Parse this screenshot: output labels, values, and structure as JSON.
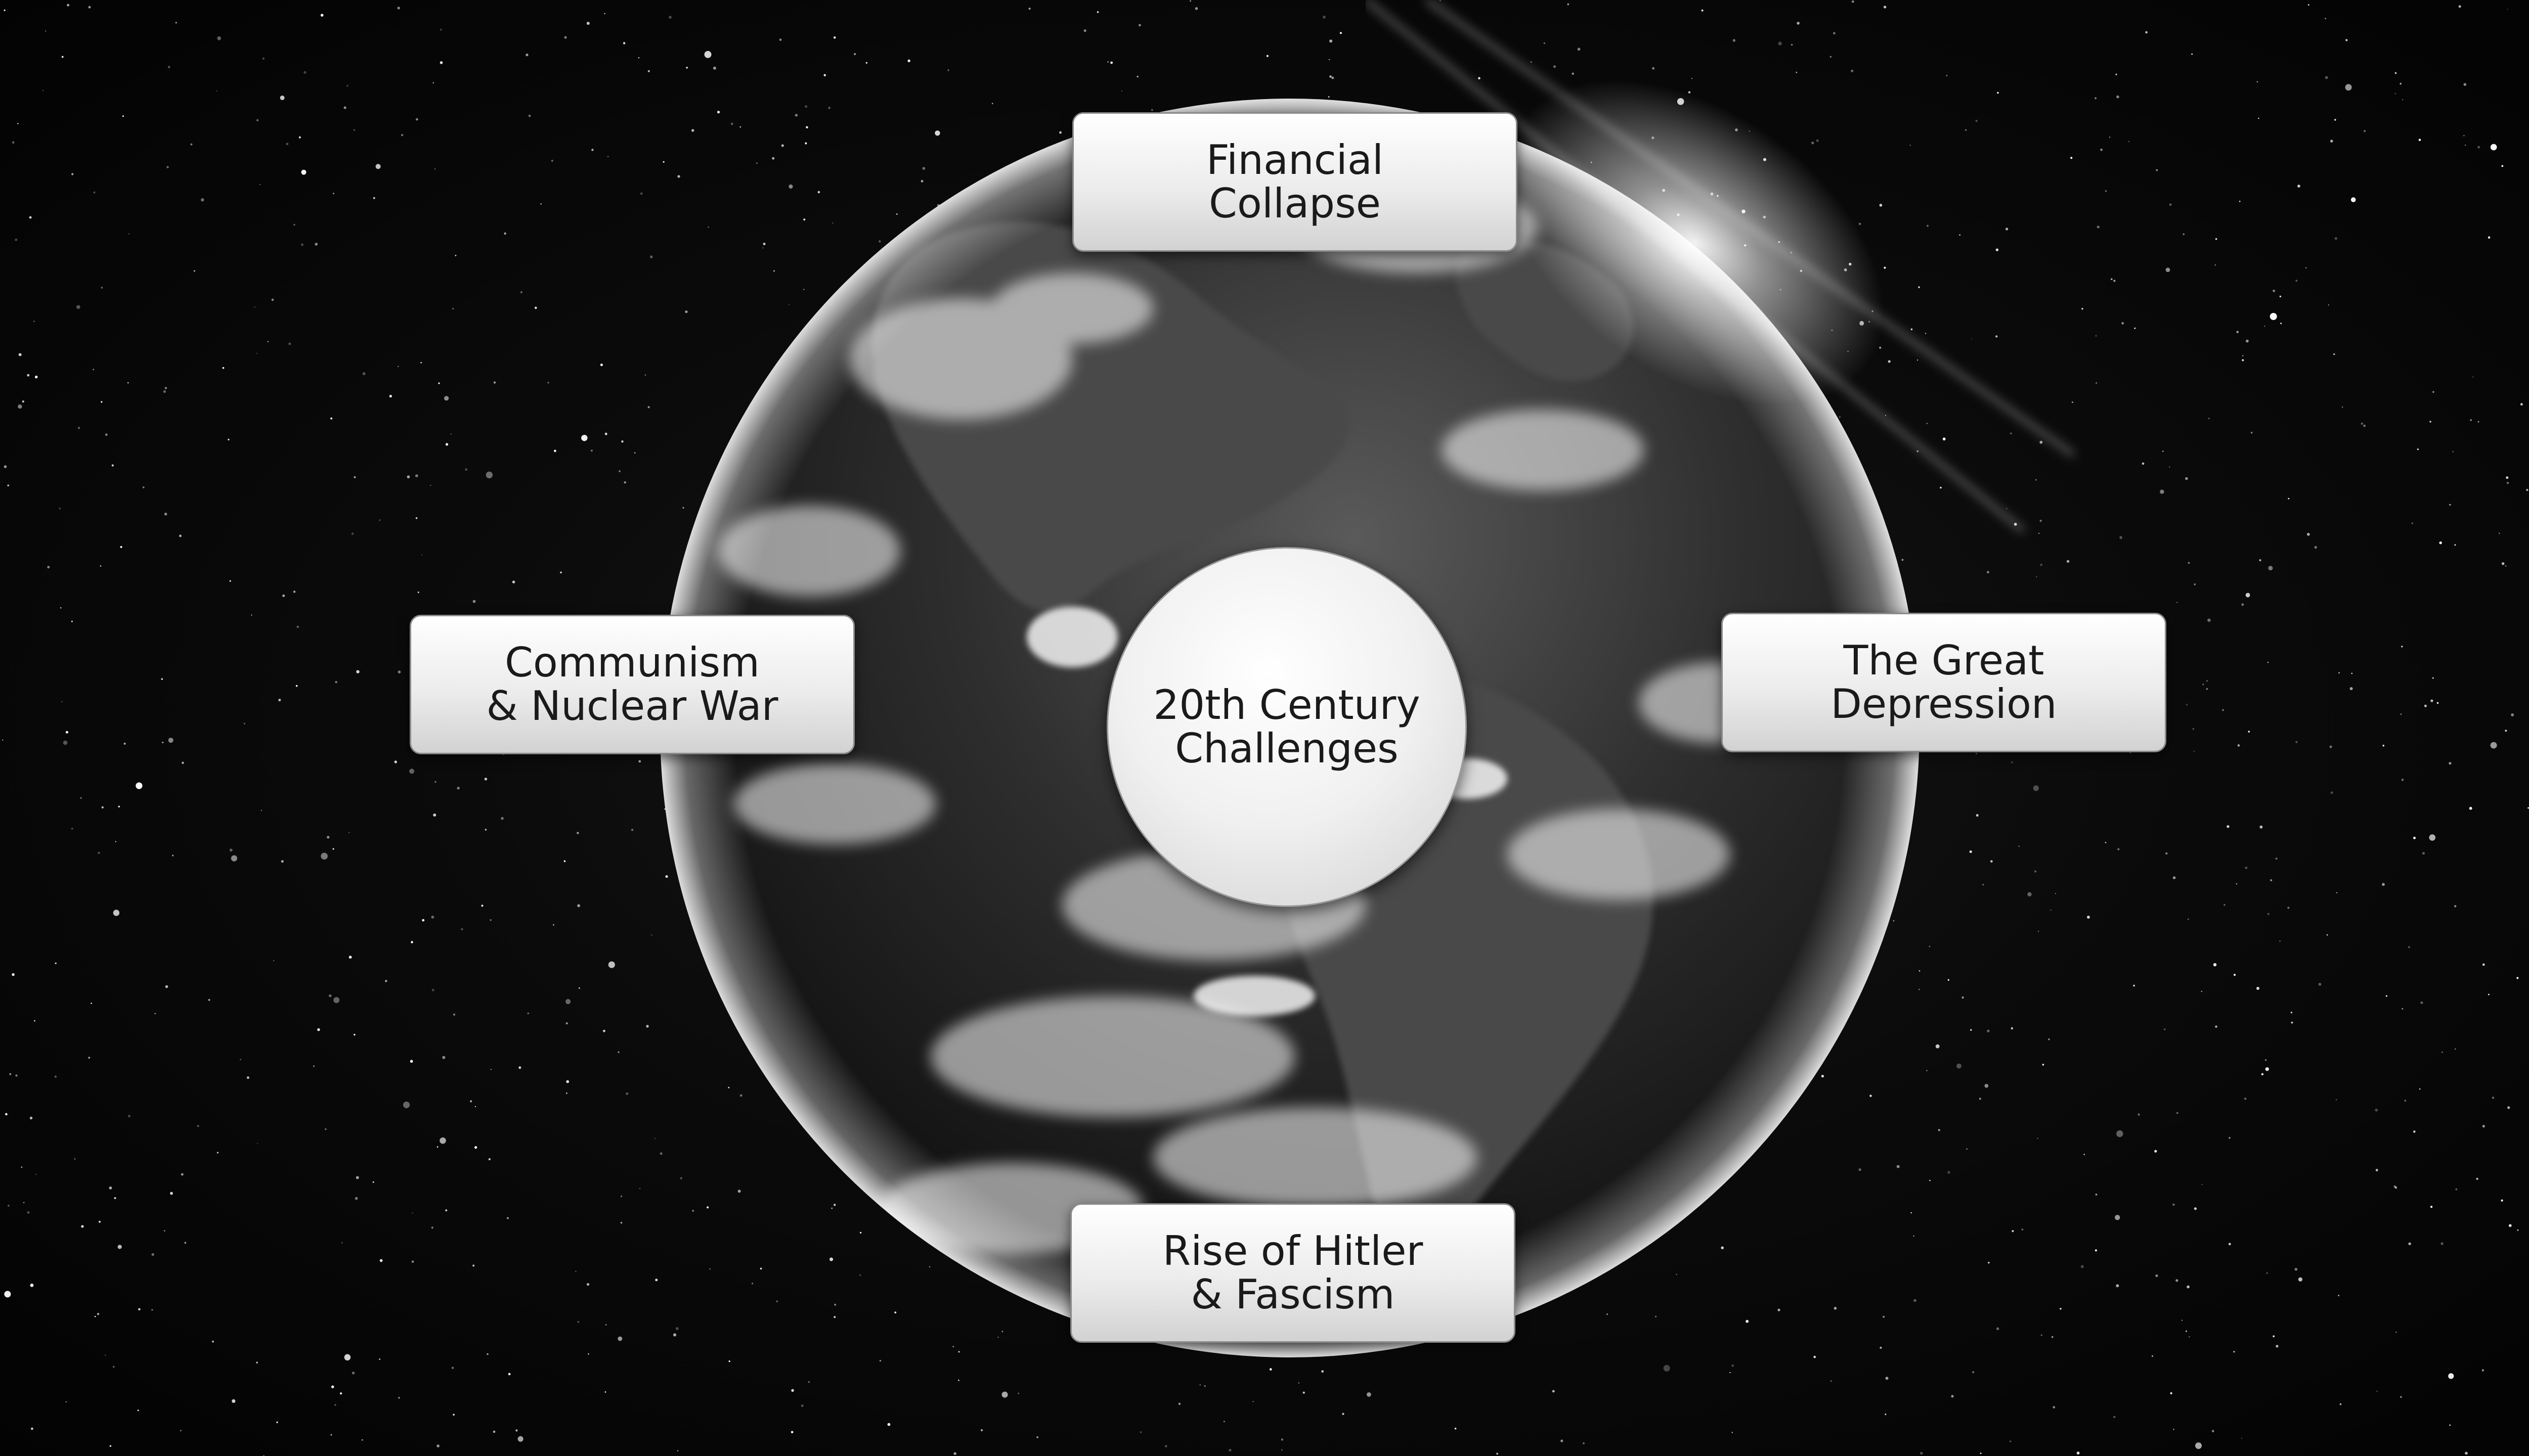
{
  "diagram": {
    "center": {
      "label": "20th Century\nChallenges"
    },
    "nodes": [
      {
        "id": "top",
        "label": "Financial\nCollapse"
      },
      {
        "id": "left",
        "label": "Communism\n& Nuclear War"
      },
      {
        "id": "right",
        "label": "The Great\nDepression"
      },
      {
        "id": "bottom",
        "label": "Rise of Hitler\n& Fascism"
      }
    ]
  },
  "colors": {
    "background": "#050505",
    "node_fill": "#ececec",
    "node_border": "#8a8a8a",
    "text": "#1a1a1a"
  }
}
